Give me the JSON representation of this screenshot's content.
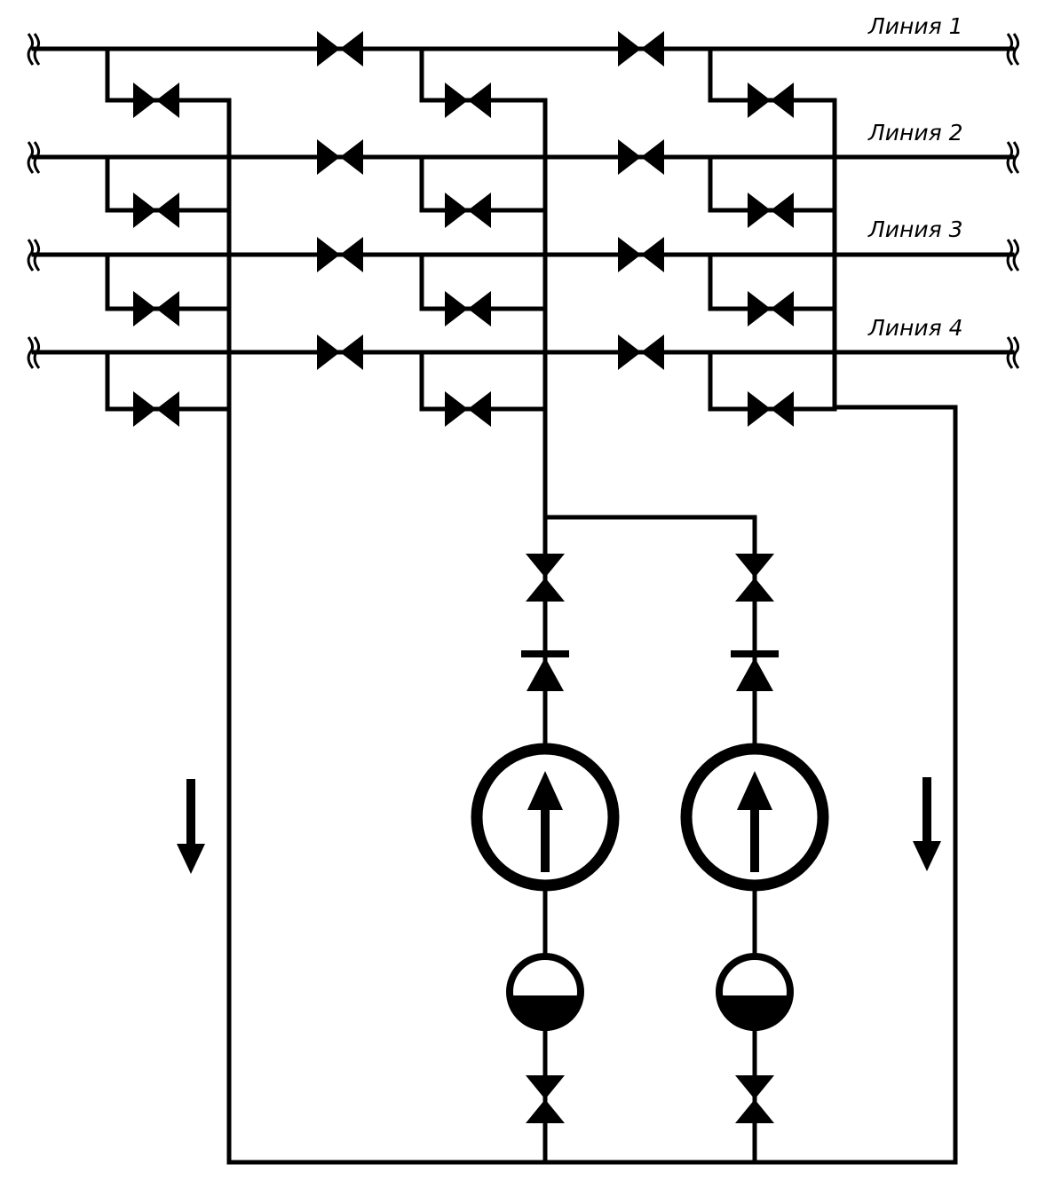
{
  "lines": [
    {
      "label": "Линия 1"
    },
    {
      "label": "Линия 2"
    },
    {
      "label": "Линия 3"
    },
    {
      "label": "Линия 4"
    }
  ],
  "symbols": {
    "valve": "gate-valve-icon",
    "check_valve": "check-valve-icon",
    "pump": "pump-icon",
    "filter": "filter-tank-icon",
    "flow_arrow": "arrow-down-icon",
    "break_mark": "line-break-icon"
  },
  "colors": {
    "stroke": "#000000",
    "background": "#ffffff"
  }
}
